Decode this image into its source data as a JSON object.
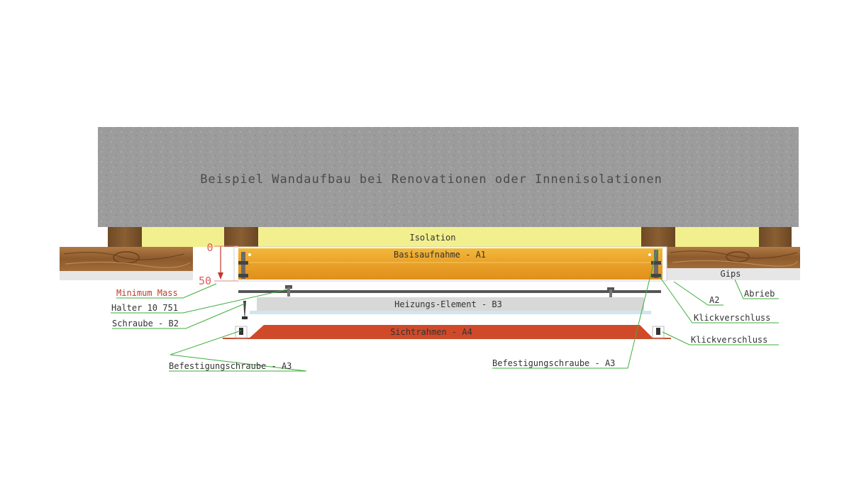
{
  "title": "Beispiel Wandaufbau bei Renovationen oder Innenisolationen",
  "layers": {
    "isolation": "Isolation",
    "base": "Basisaufnahme - A1",
    "heater": "Heizungs-Element - B3",
    "frame": "Sichtrahmen - A4",
    "gips": "Gips"
  },
  "dimension": {
    "zero": "0",
    "fifty": "50",
    "label": "Minimum Mass"
  },
  "callouts_left": {
    "halter": "Halter 10 751",
    "schraube": "Schraube - B2",
    "befestigung": "Befestigungschraube - A3"
  },
  "callouts_right": {
    "a2": "A2",
    "abrieb": "Abrieb",
    "klick1": "Klickverschluss",
    "klick2": "Klickverschluss",
    "befestigung": "Befestigungschraube - A3"
  },
  "colors": {
    "concrete": "#9a9a9a",
    "isolation": "#f2ef8e",
    "wood": "#9a6a3a",
    "base": "#e8a020",
    "heater": "#d9d9d9",
    "frame": "#d04a2a",
    "leader": "#3cae3c"
  }
}
